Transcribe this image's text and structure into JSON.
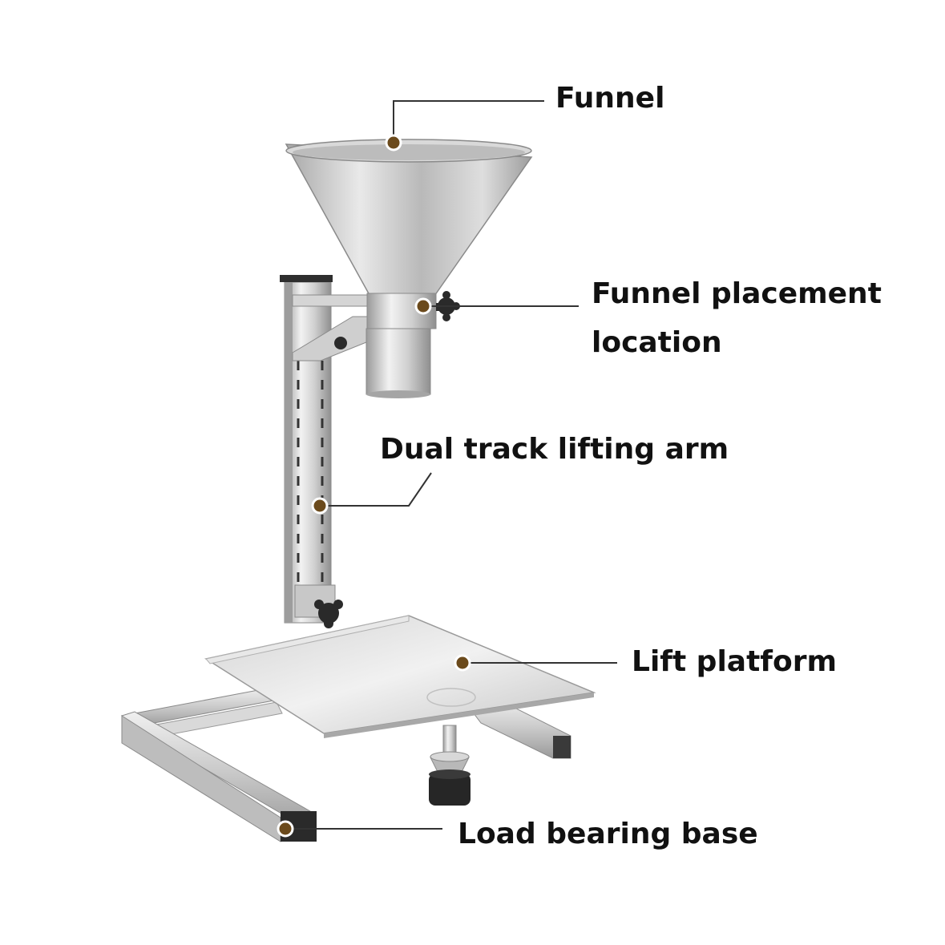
{
  "labels": {
    "funnel": "Funnel",
    "funnel_placement_line1": "Funnel placement",
    "funnel_placement_line2": "location",
    "dual_track_lifting_arm": "Dual track lifting arm",
    "lift_platform": "Lift platform",
    "load_bearing_base": "Load bearing base"
  },
  "colors": {
    "background": "#ffffff",
    "label_text": "#111111",
    "leader_line": "#333333",
    "marker_dot": "#6b4a1c",
    "steel_light": "#e6e6e6",
    "steel_mid": "#bdbdbd",
    "steel_dark": "#8a8a8a",
    "knob": "#2a2a2a"
  }
}
